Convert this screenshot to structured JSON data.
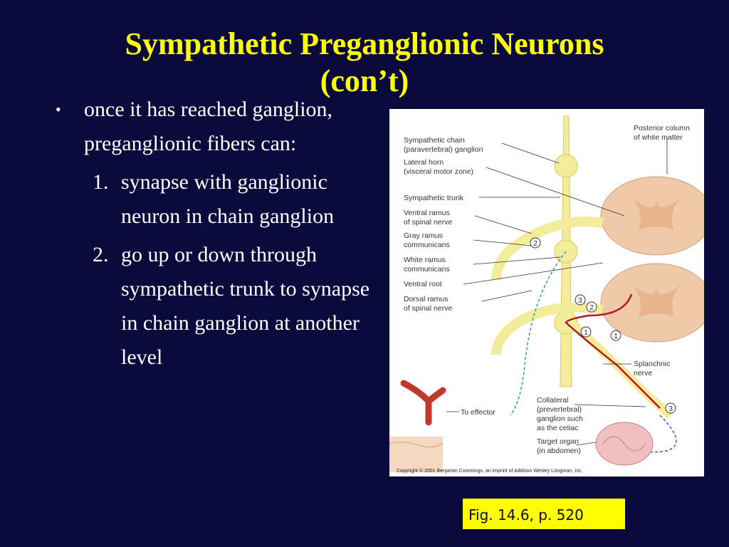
{
  "slide": {
    "title_line1": "Sympathetic Preganglionic Neurons",
    "title_line2": "(con’t)",
    "bullet_char": "•",
    "bullet_text": "once it has reached ganglion, preganglionic fibers can:",
    "items": [
      {
        "num": "1.",
        "text": "synapse with ganglionic neuron in chain ganglion"
      },
      {
        "num": "2.",
        "text": "go up or down through sympathetic trunk to synapse in chain ganglion at another level"
      }
    ],
    "figure_ref": "Fig. 14.6, p. 520"
  },
  "figure": {
    "labels_left": [
      "Sympathetic chain",
      "(paravertebral) ganglion",
      "Lateral horn",
      "(visceral motor zone)",
      "Sympathetic trunk",
      "Ventral ramus",
      "of spinal nerve",
      "Gray ramus",
      "communicans",
      "White ramus",
      "communicans",
      "Ventral root",
      "Dorsal ramus",
      "of spinal nerve"
    ],
    "labels_right": [
      "Posterior column",
      "of white matter",
      "Splanchnic",
      "nerve"
    ],
    "labels_bottom": [
      "To effector",
      "Collateral",
      "(prevertebral)",
      "ganglion such",
      "as the celiac",
      "Target organ",
      "(in abdomen)"
    ],
    "markers": [
      "1",
      "2",
      "3"
    ],
    "copyright": "Copyright © 2001 Benjamin Cummings, an imprint of Addison Wesley Longman, Inc.",
    "colors": {
      "nerve": "#f3ec9a",
      "nerve_outline": "#d8c85a",
      "spinal_cord": "#f0c9a8",
      "gray_matter": "#e7b48c",
      "fiber_red": "#b0192b",
      "fiber_dashed_green": "#3a9a8a",
      "fiber_dashed_purple": "#8a3aa0"
    }
  }
}
